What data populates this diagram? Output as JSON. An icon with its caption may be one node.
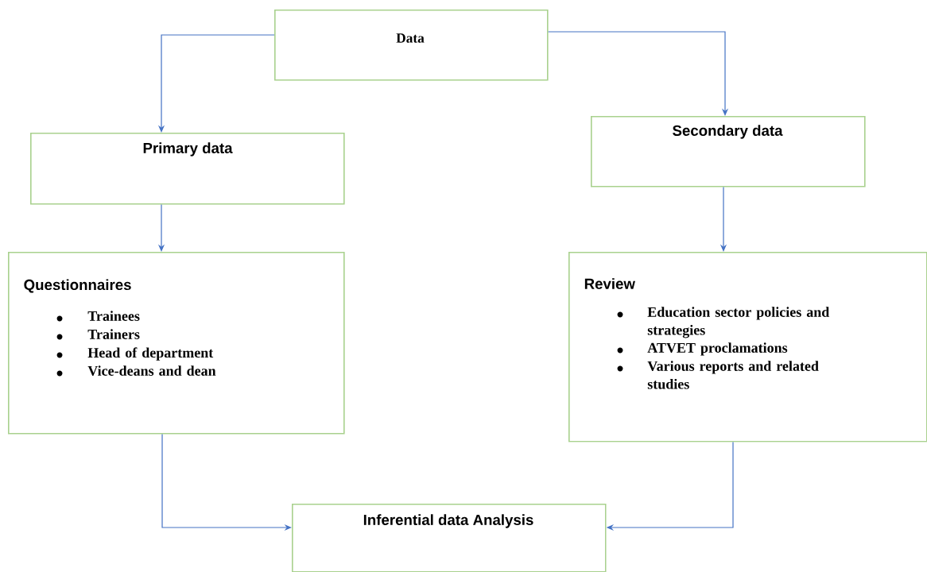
{
  "diagram": {
    "nodes": [
      {
        "text": [
          "Data"
        ]
      },
      {
        "text": [
          "Primary data"
        ]
      },
      {
        "text": [
          "Secondary data"
        ]
      },
      {
        "text": [
          "Questionnaires",
          "Trainees",
          "Trainers",
          "Head of department",
          "Vice-deans and dean"
        ]
      },
      {
        "text": [
          "Review",
          "Education sector policies and strategies",
          "ATVET proclamations",
          "Various reports and related studies"
        ]
      },
      {
        "text": [
          "Inferential data Analysis"
        ]
      }
    ],
    "edges": [
      {
        "from": 0,
        "to": 1,
        "arrow": "to"
      },
      {
        "from": 0,
        "to": 2,
        "arrow": "to"
      },
      {
        "from": 1,
        "to": 3,
        "arrow": "to"
      },
      {
        "from": 2,
        "to": 4,
        "arrow": "to"
      },
      {
        "from": 3,
        "to": 5,
        "arrow": "to"
      },
      {
        "from": 4,
        "to": 5,
        "arrow": "to"
      }
    ]
  }
}
